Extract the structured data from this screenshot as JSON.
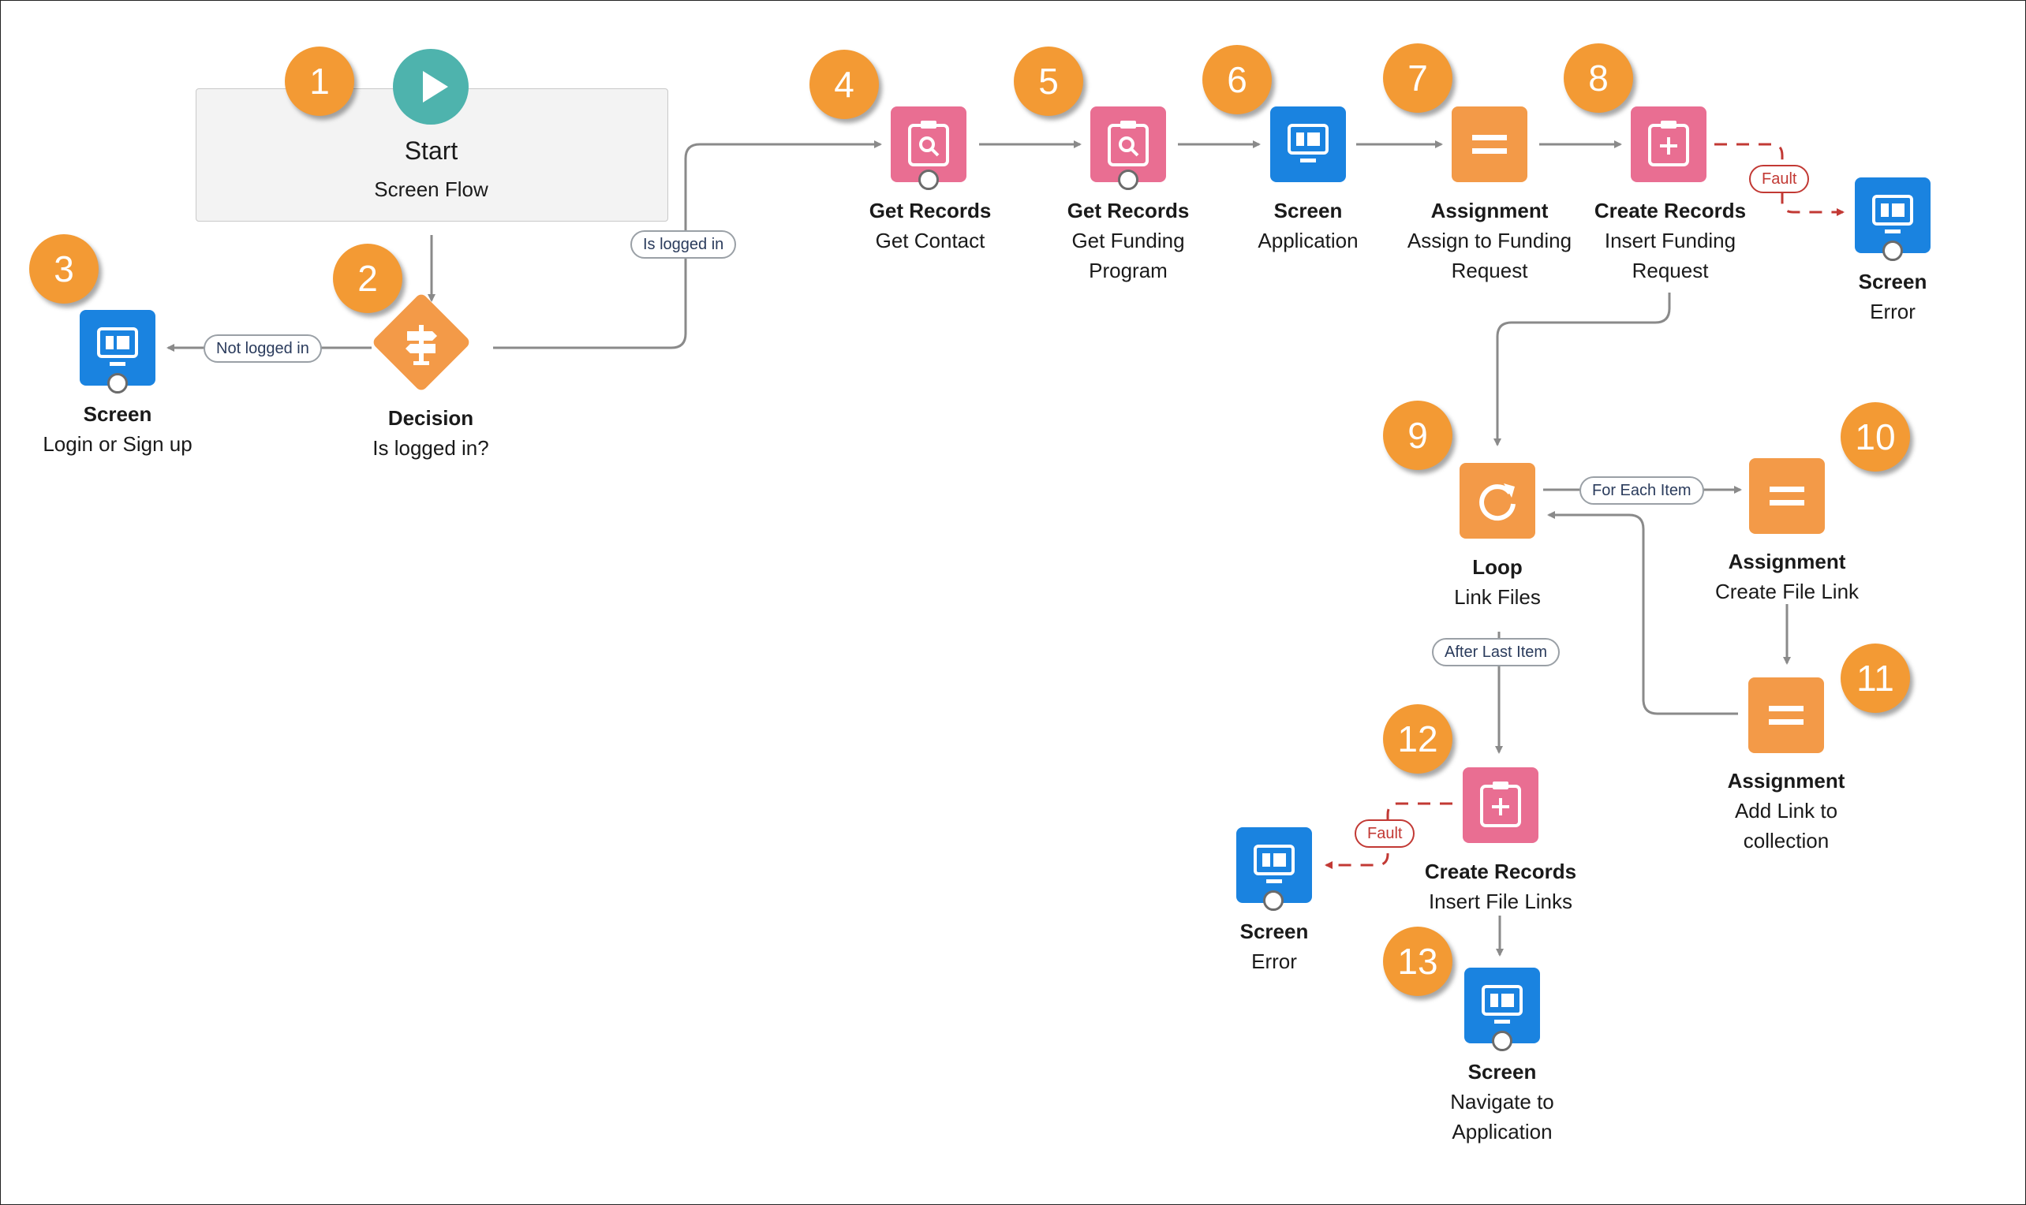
{
  "start": {
    "title": "Start",
    "subtitle": "Screen Flow"
  },
  "badges": [
    "1",
    "2",
    "3",
    "4",
    "5",
    "6",
    "7",
    "8",
    "9",
    "10",
    "11",
    "12",
    "13"
  ],
  "nodes": {
    "screen_login": {
      "type": "Screen",
      "label": "Login or Sign up"
    },
    "decision": {
      "type": "Decision",
      "label": "Is logged in?"
    },
    "get_contact": {
      "type": "Get Records",
      "label": "Get Contact"
    },
    "get_program": {
      "type": "Get Records",
      "label": "Get Funding Program"
    },
    "screen_app": {
      "type": "Screen",
      "label": "Application"
    },
    "assign_request": {
      "type": "Assignment",
      "label": "Assign to Funding Request"
    },
    "create_request": {
      "type": "Create Records",
      "label": "Insert Funding Request"
    },
    "screen_error_top": {
      "type": "Screen",
      "label": "Error"
    },
    "loop": {
      "type": "Loop",
      "label": "Link Files"
    },
    "assign_file_link": {
      "type": "Assignment",
      "label": "Create File Link"
    },
    "assign_add_link": {
      "type": "Assignment",
      "label": "Add Link to collection"
    },
    "create_file_links": {
      "type": "Create Records",
      "label": "Insert File Links"
    },
    "screen_error_bottom": {
      "type": "Screen",
      "label": "Error"
    },
    "screen_navigate": {
      "type": "Screen",
      "label": "Navigate to Application"
    }
  },
  "edge_labels": {
    "is_logged_in": "Is logged in",
    "not_logged_in": "Not logged in",
    "fault_top": "Fault",
    "for_each_item": "For Each Item",
    "after_last_item": "After Last Item",
    "fault_bottom": "Fault"
  },
  "colors": {
    "start": "#4eb3ad",
    "screen": "#1a83e0",
    "records": "#e96e92",
    "logic": "#f39a48",
    "badge": "#f39a34",
    "connector_line": "#8a8a8a",
    "fault_line": "#c23934"
  },
  "icons": {
    "start": "play-icon",
    "screen": "screen-icon",
    "get_records": "search-record-icon",
    "create_records": "add-record-icon",
    "assignment": "equals-icon",
    "decision": "signpost-icon",
    "loop": "refresh-icon"
  }
}
